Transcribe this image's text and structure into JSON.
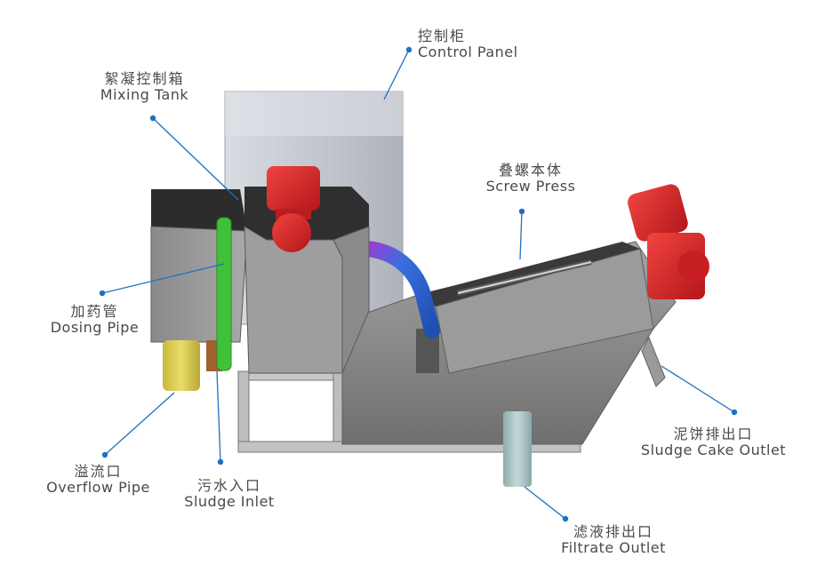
{
  "labels": {
    "control_panel": {
      "zh": "控制柜",
      "en": "Control Panel"
    },
    "mixing_tank": {
      "zh": "絮凝控制箱",
      "en": "Mixing Tank"
    },
    "screw_press": {
      "zh": "叠螺本体",
      "en": "Screw Press"
    },
    "dosing_pipe": {
      "zh": "加药管",
      "en": "Dosing Pipe"
    },
    "overflow_pipe": {
      "zh": "溢流口",
      "en": "Overflow Pipe"
    },
    "sludge_inlet": {
      "zh": "污水入口",
      "en": "Sludge Inlet"
    },
    "sludge_cake_outlet": {
      "zh": "泥饼排出口",
      "en": "Sludge Cake Outlet"
    },
    "filtrate_outlet": {
      "zh": "滤液排出口",
      "en": "Filtrate Outlet"
    }
  },
  "colors": {
    "leader_line": "#1f6fc0",
    "motor_red": "#e0262b",
    "body_gray": "#8c8c8c",
    "panel_gray": "#c9cdd4",
    "dosing_green": "#3fc23a",
    "overflow_yellow": "#d9c94a",
    "inlet_brown": "#a0622c",
    "hose_blue": "#2f6fd8",
    "hose_purple": "#8a2bc0",
    "filtrate_pipe": "#a9c4c4"
  }
}
